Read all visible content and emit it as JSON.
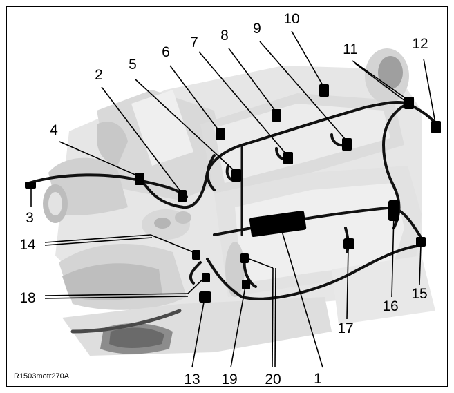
{
  "figure": {
    "reference_code": "R1503motr270A",
    "callouts": [
      "1",
      "2",
      "3",
      "4",
      "5",
      "6",
      "7",
      "8",
      "9",
      "10",
      "11",
      "12",
      "13",
      "14",
      "15",
      "16",
      "17",
      "18",
      "19",
      "20"
    ]
  },
  "colors": {
    "engine_light": "#e9e9e9",
    "engine_mid": "#cfcfcf",
    "engine_dark": "#9a9a9a",
    "harness": "#111111",
    "connector": "#000000",
    "border": "#000000"
  }
}
